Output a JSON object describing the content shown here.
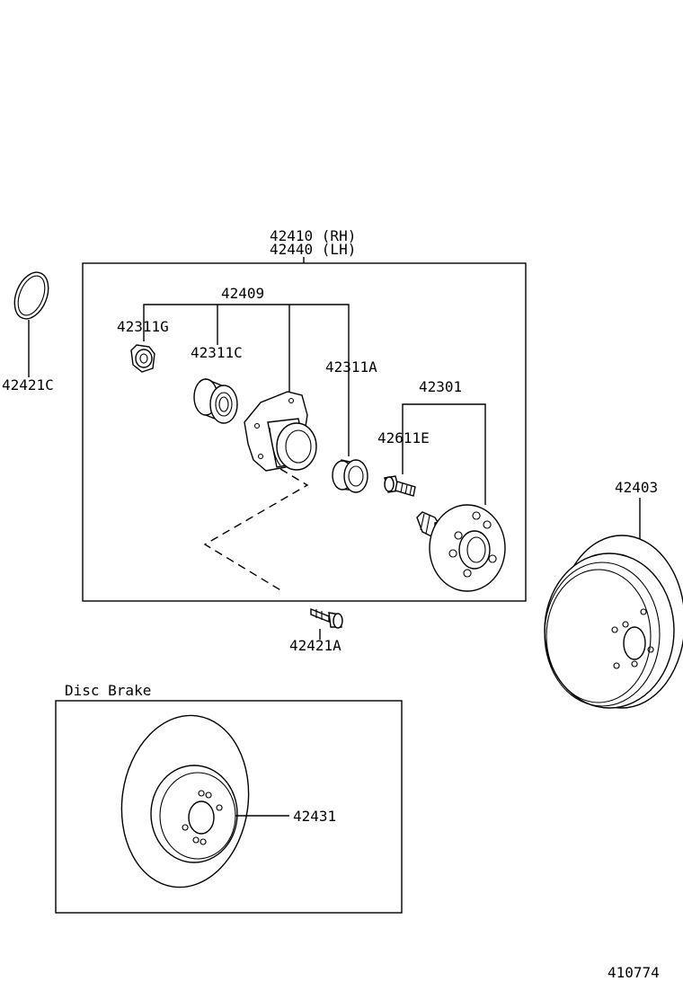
{
  "labels": {
    "assembly_rh": "42410 (RH)",
    "assembly_lh": "42440 (LH)",
    "bearing_kit": "42409",
    "cap": "42311G",
    "inner_bearing": "42311C",
    "outer_bearing": "42311A",
    "hub": "42301",
    "hub_bolt": "42611E",
    "o_ring": "42421C",
    "mount_bolt": "42421A",
    "brake_drum": "42403",
    "disc_section_title": "Disc Brake",
    "disc_rotor": "42431",
    "diagram_number": "410774"
  }
}
